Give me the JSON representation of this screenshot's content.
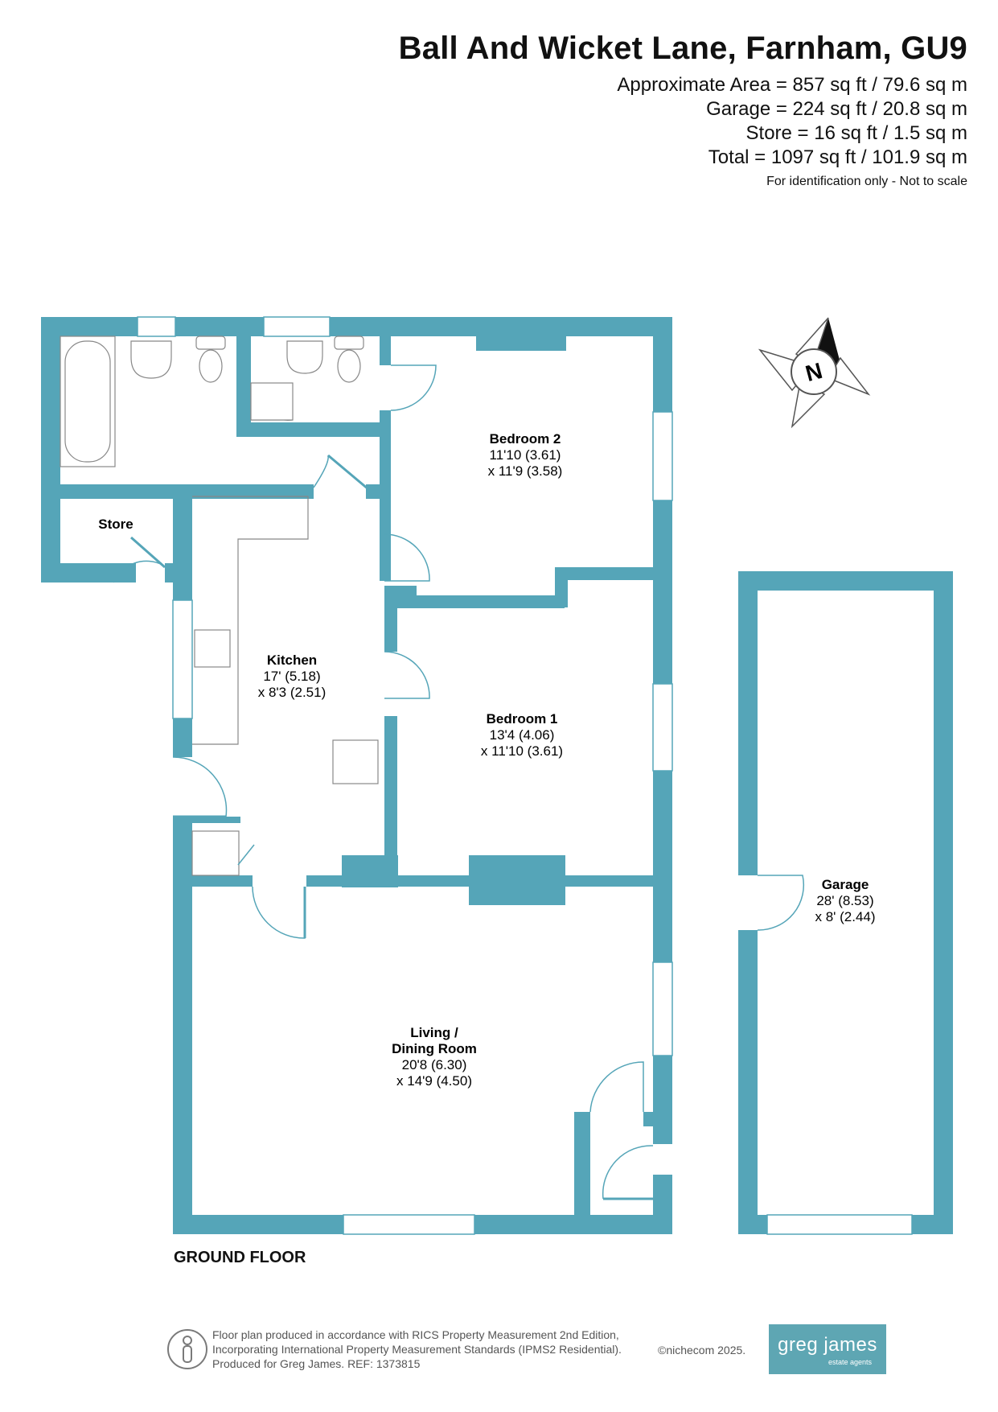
{
  "header": {
    "title": "Ball And Wicket Lane, Farnham, GU9",
    "areas": [
      "Approximate Area = 857 sq ft / 79.6 sq m",
      "Garage = 224 sq ft / 20.8 sq m",
      "Store = 16 sq ft / 1.5 sq m",
      "Total = 1097 sq ft / 101.9 sq m"
    ],
    "note": "For identification only - Not to scale"
  },
  "compass": {
    "label": "N"
  },
  "rooms": {
    "store": {
      "name": "Store"
    },
    "kitchen": {
      "name": "Kitchen",
      "dim1": "17' (5.18)",
      "dim2": "x 8'3 (2.51)"
    },
    "bedroom2": {
      "name": "Bedroom 2",
      "dim1": "11'10 (3.61)",
      "dim2": "x 11'9 (3.58)"
    },
    "bedroom1": {
      "name": "Bedroom 1",
      "dim1": "13'4 (4.06)",
      "dim2": "x 11'10 (3.61)"
    },
    "living": {
      "name1": "Living /",
      "name2": "Dining Room",
      "dim1": "20'8 (6.30)",
      "dim2": "x 14'9 (4.50)"
    },
    "garage": {
      "name": "Garage",
      "dim1": "28' (8.53)",
      "dim2": "x 8' (2.44)"
    }
  },
  "floor_label": "GROUND FLOOR",
  "footer": {
    "line1": "Floor plan produced in accordance with RICS Property Measurement 2nd Edition,",
    "line2": "Incorporating International Property Measurement Standards (IPMS2 Residential).",
    "line3": "Produced for Greg James.    REF:  1373815",
    "copyright": "©nichecom 2025.",
    "brand_name": "greg james",
    "brand_sub": "estate agents"
  },
  "colors": {
    "wall": "#55a5b8",
    "brand": "#5ea6b3"
  }
}
